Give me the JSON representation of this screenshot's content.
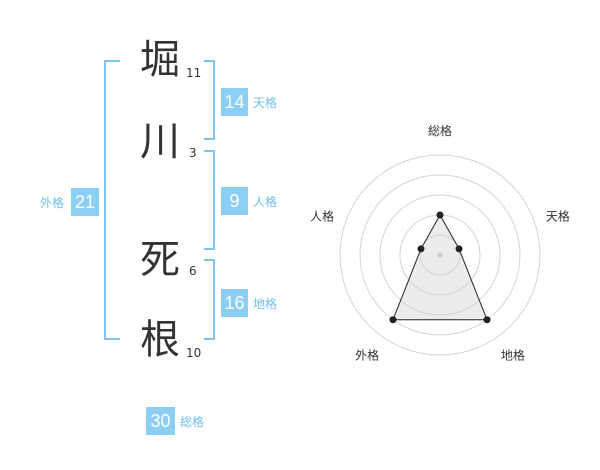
{
  "name": {
    "chars": [
      {
        "char": "堀",
        "strokes": "11"
      },
      {
        "char": "川",
        "strokes": "3"
      },
      {
        "char": "死",
        "strokes": "6"
      },
      {
        "char": "根",
        "strokes": "10"
      }
    ]
  },
  "fortunes": {
    "tenkaku": {
      "value": "14",
      "label": "天格"
    },
    "jinkaku": {
      "value": "9",
      "label": "人格"
    },
    "chikaku": {
      "value": "16",
      "label": "地格"
    },
    "gaikaku": {
      "value": "21",
      "label": "外格"
    },
    "soukaku": {
      "value": "30",
      "label": "総格"
    }
  },
  "colors": {
    "accent": "#8ccff5",
    "bracket": "#7cc4ee",
    "label": "#6ec0ec",
    "text": "#333333"
  },
  "chart_data": {
    "type": "radar",
    "axes": [
      "総格",
      "天格",
      "地格",
      "外格",
      "人格"
    ],
    "rings": 5,
    "range": [
      0,
      5
    ],
    "values": [
      2,
      1,
      4,
      4,
      1
    ]
  }
}
